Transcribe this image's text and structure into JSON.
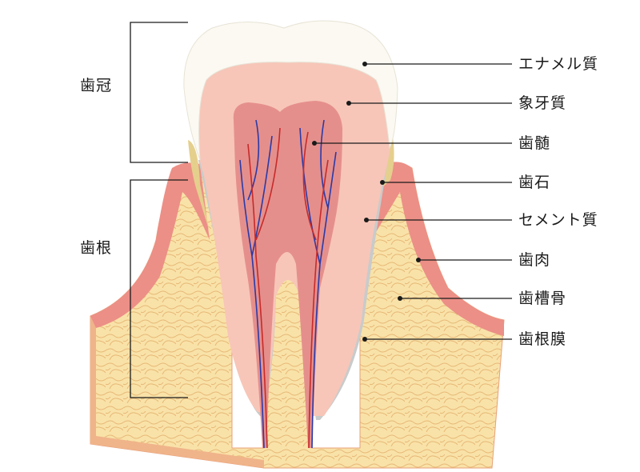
{
  "left_labels": {
    "crown": "歯冠",
    "root": "歯根"
  },
  "right_labels": [
    "エナメル質",
    "象牙質",
    "歯髄",
    "歯石",
    "セメント質",
    "歯肉",
    "歯槽骨",
    "歯根膜"
  ],
  "colors": {
    "enamel": "#fbf9f2",
    "dentin": "#f7c6b8",
    "pulp": "#e58f8c",
    "gum": "#ec8f87",
    "bone": "#f7dca0",
    "calculus": "#e5cf8d",
    "cementum": "#c8cbcb"
  }
}
